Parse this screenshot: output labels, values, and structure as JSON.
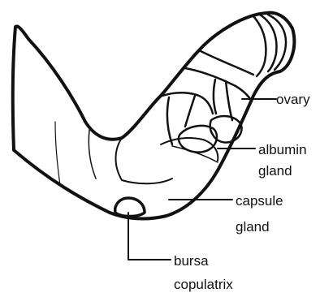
{
  "diagram": {
    "labels": {
      "ovary": "ovary",
      "albumin_line1": "albumin",
      "albumin_line2": "gland",
      "capsule_line1": "capsule",
      "capsule_line2": "gland",
      "bursa_line1": "bursa",
      "bursa_line2": "copulatrix"
    },
    "colors": {
      "ink": "#111111",
      "background": "#ffffff"
    }
  }
}
